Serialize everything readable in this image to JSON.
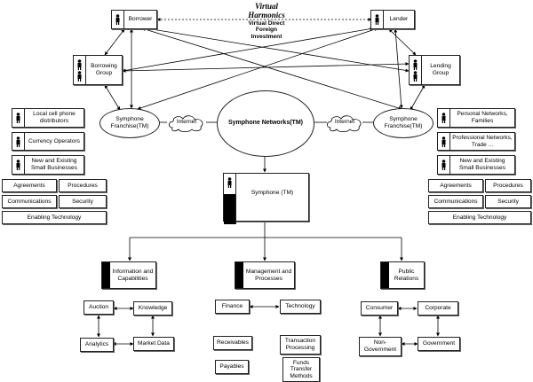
{
  "title": {
    "line1": "Virtual",
    "line2": "Harmonics",
    "line3": "Virtual Direct",
    "line4": "Foreign",
    "line5": "Investment"
  },
  "top": {
    "borrower": "Borrower",
    "lender": "Lender",
    "borrowing_group": "Borrowing Group",
    "lending_group": "Lending Group"
  },
  "hubs": {
    "franchise_left": "Symphone Franchise(TM)",
    "franchise_right": "Symphone Franchise(TM)",
    "internet_left": "Internet",
    "internet_right": "Internet",
    "networks": "Symphone Networks(TM)",
    "symphone": "Symphone (TM)"
  },
  "left_actors": [
    "Local cell phone distributors",
    "Currency Operators",
    "New and Existing Small Businesses"
  ],
  "right_actors": [
    "Personal Networks, Families",
    "Professional Networks, Trade ...",
    "New and Existing Small Businesses"
  ],
  "left_grid": {
    "agreements": "Agreements",
    "procedures": "Procedures",
    "communications": "Communications",
    "security": "Security",
    "enabling": "Enabling Technology"
  },
  "right_grid": {
    "agreements": "Agreements",
    "procedures": "Procedures",
    "communications": "Communications",
    "security": "Security",
    "enabling": "Enabling Technology"
  },
  "modules": {
    "info": "Information and Capabilities",
    "mgmt": "Management and Processes",
    "pr": "Public Relations"
  },
  "info_items": {
    "auction": "Auction",
    "knowledge": "Knowledge",
    "analytics": "Analytics",
    "market_data": "Market Data"
  },
  "mgmt_items": {
    "finance": "Finance",
    "technology": "Technology",
    "receivables": "Receivables",
    "payables": "Payables",
    "transaction": "Transaction Processing",
    "funds": "Funds Transfer Methods"
  },
  "pr_items": {
    "consumer": "Consumer",
    "corporate": "Corporate",
    "non_government": "Non-Government",
    "government": "Government"
  }
}
